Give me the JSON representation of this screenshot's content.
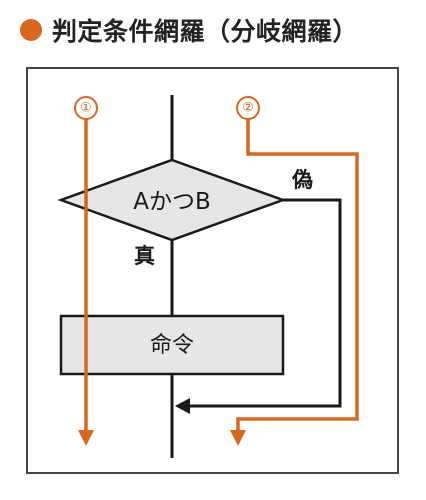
{
  "title": "判定条件網羅（分岐網羅）",
  "colors": {
    "accent": "#d9661f",
    "line": "#1a1a1a",
    "fill": "#e6e6e6",
    "frame": "#444444"
  },
  "diagram": {
    "condition": "AかつB",
    "true_label": "真",
    "false_label": "偽",
    "instruction": "命令",
    "paths": [
      {
        "marker": "①"
      },
      {
        "marker": "②"
      }
    ]
  }
}
